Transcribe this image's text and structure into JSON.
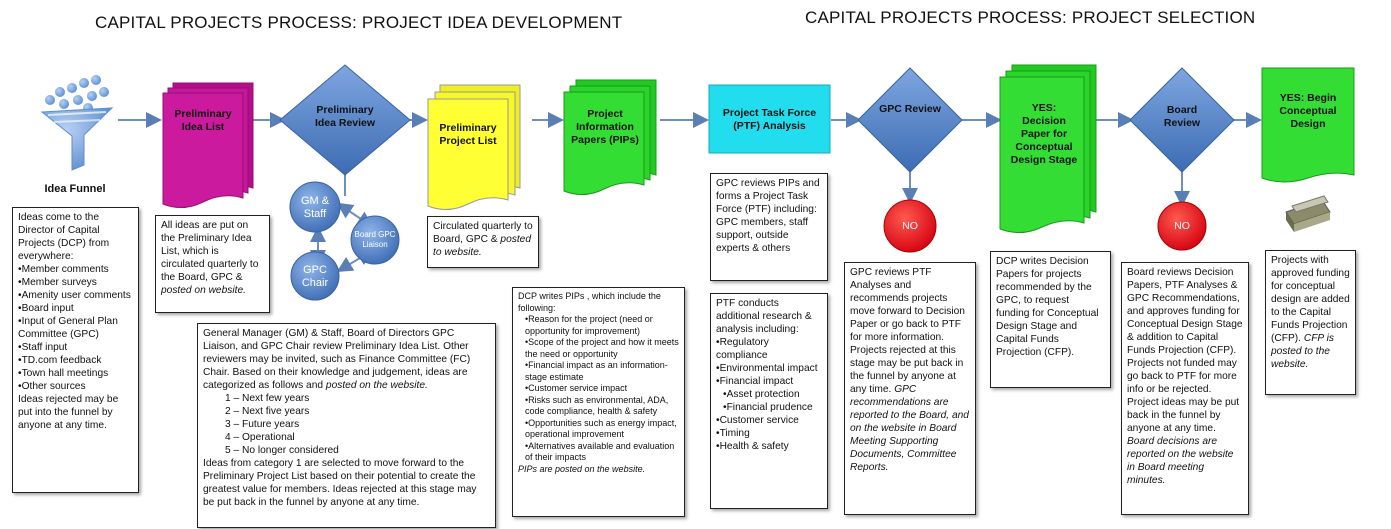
{
  "titles": {
    "left": "CAPITAL PROJECTS PROCESS:  PROJECT IDEA DEVELOPMENT",
    "right": "CAPITAL PROJECTS PROCESS:  PROJECT SELECTION"
  },
  "colors": {
    "magenta": "#cc1a9e",
    "yellow": "#ffff33",
    "green": "#33dd33",
    "cyan": "#22ddee",
    "diamond_blue": "#4a7fc4",
    "circle_blue": "#5b8fd6",
    "no_red": "#e0141e",
    "arrow": "#6d8fbf"
  },
  "shapes": {
    "funnel_label": "Idea Funnel",
    "preliminary_idea_list": "Preliminary Idea List",
    "preliminary_idea_review": "Preliminary Idea Review",
    "preliminary_project_list": "Preliminary Project List",
    "project_information_papers": "Project Information Papers (PIPs)",
    "ptf_analysis": "Project Task Force (PTF) Analysis",
    "gpc_review": "GPC Review",
    "decision_paper": "YES: Decision Paper for Conceptual Design Stage",
    "board_review": "Board Review",
    "begin_conceptual_design": "YES: Begin Conceptual Design",
    "gm_staff": "GM & Staff",
    "board_gpc_liaison": "Board GPC Liaison",
    "gpc_chair": "GPC Chair",
    "no_gpc": "NO",
    "no_board": "NO"
  },
  "boxes": {
    "funnel": {
      "intro": "Ideas come to the Director of Capital Projects (DCP) from everywhere:",
      "items": [
        "Member comments",
        "Member surveys",
        "Amenity user comments",
        "Board input",
        "Input of General Plan Committee (GPC)",
        "Staff input",
        "TD.com feedback",
        "Town hall meetings",
        "Other sources"
      ],
      "outro": "Ideas rejected may be put into the funnel by anyone at any time."
    },
    "idea_list": {
      "text": "All ideas are put on the Preliminary Idea List, which is circulated quarterly to the Board, GPC &",
      "italic": "posted on website."
    },
    "review": {
      "text": "General Manager (GM) & Staff, Board of Directors GPC Liaison, and GPC Chair review Preliminary Idea List. Other reviewers may be invited, such as Finance Committee (FC) Chair. Based on their knowledge and judgement, ideas are categorized as follows and",
      "italic": "posted on the website.",
      "categories": [
        "1 – Next few years",
        "2 – Next five years",
        "3 – Future years",
        "4 – Operational",
        "5 – No longer considered"
      ],
      "outro": "Ideas from category 1 are selected to move forward to the Preliminary Project List based on their potential to create the greatest value for members. Ideas rejected at this stage may be put back in the funnel by anyone at any time."
    },
    "project_list": {
      "text": "Circulated quarterly to Board, GPC &",
      "italic": "posted  to website."
    },
    "pips": {
      "intro": "DCP writes PIPs , which include the following:",
      "items": [
        "Reason for the project (need or opportunity for improvement)",
        "Scope of the project and how it meets the need or opportunity",
        "Financial impact as an information-stage estimate",
        "Customer service impact",
        "Risks such as environmental, ADA, code compliance, health & safety",
        "Opportunities such as energy impact, operational improvement",
        "Alternatives available and evaluation of their impacts"
      ],
      "italic": "PIPs are posted on the website."
    },
    "ptf_top": {
      "text": "GPC reviews PIPs and forms a Project Task Force (PTF) including: GPC members, staff support, outside experts & others"
    },
    "ptf_bottom": {
      "intro": "PTF conducts additional research & analysis  including:",
      "items": [
        "Regulatory compliance",
        "Environmental impact",
        "Financial impact"
      ],
      "subitems": [
        "Asset protection",
        "Financial prudence"
      ],
      "items2": [
        "Customer service",
        "Timing",
        "Health & safety"
      ]
    },
    "gpc_review": {
      "text": "GPC reviews PTF Analyses and recommends projects move forward to Decision Paper or go back to PTF for more information. Projects rejected at this stage may be put back in the funnel  by anyone at any time.",
      "italic": "GPC recommendations are reported to the Board, and on the website in Board Meeting Supporting Documents, Committee Reports."
    },
    "decision": {
      "text": "DCP writes Decision Papers for projects recommended by the GPC, to request funding for Conceptual Design Stage and Capital Funds Projection (CFP)."
    },
    "board": {
      "text": "Board reviews Decision Papers, PTF Analyses & GPC Recommendations, and approves funding for Conceptual Design Stage & addition to Capital Funds Projection (CFP). Projects not funded may go back to PTF for more info or be rejected. Project ideas may be put back in the funnel by anyone at any time.",
      "italic": "Board decisions are reported on the website in Board meeting minutes."
    },
    "final": {
      "text": "Projects with approved funding for conceptual design are added to the Capital Funds Projection (CFP).",
      "italic": "CFP is posted to the website."
    }
  }
}
